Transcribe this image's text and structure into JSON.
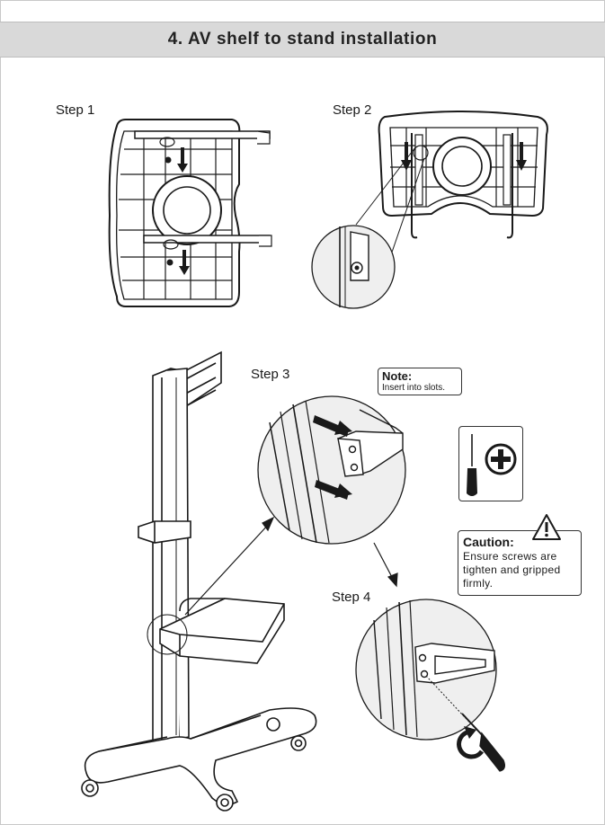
{
  "header": {
    "title": "4. AV shelf to stand installation"
  },
  "steps": [
    {
      "label": "Step 1"
    },
    {
      "label": "Step 2"
    },
    {
      "label": "Step 3"
    },
    {
      "label": "Step 4"
    }
  ],
  "note": {
    "title": "Note",
    "text": "Insert into slots."
  },
  "caution": {
    "title": "Caution:",
    "text": "Ensure screws are tighten and gripped firmly."
  },
  "icons": [
    "warning-icon",
    "screwdriver-icon",
    "phillips-screw-icon",
    "rotate-arrow-icon"
  ]
}
